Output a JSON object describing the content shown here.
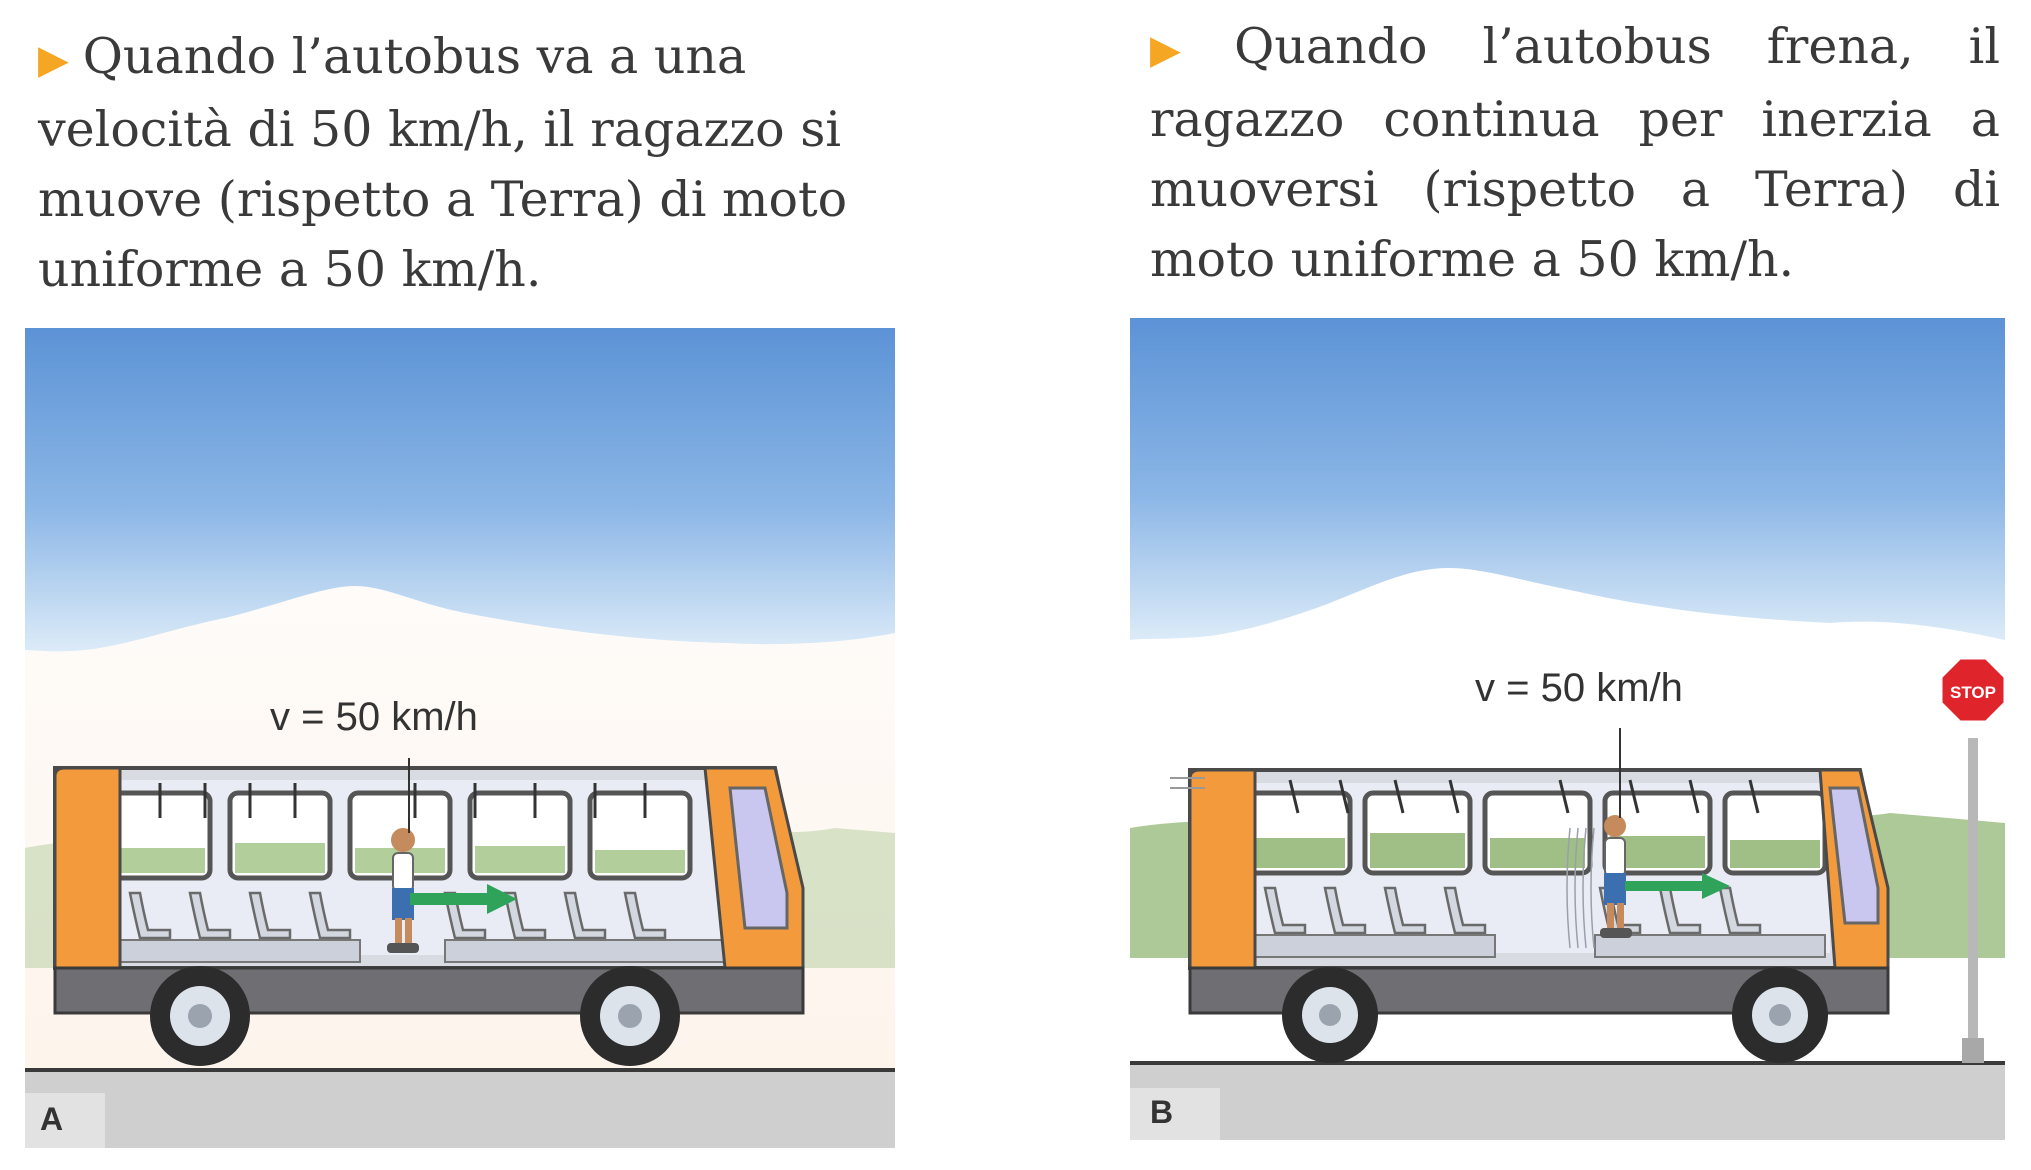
{
  "panel_a": {
    "caption": "Quando l’autobus va a una velocità di 50 km/h, il ragazzo si muove (rispetto a Terra) di moto uniforme a 50 km/h.",
    "velocity_label": "v = 50 km/h",
    "panel_letter": "A"
  },
  "panel_b": {
    "caption": "Quando l’autobus frena, il ragazzo continua per inerzia a muoversi (rispetto a Terra) di moto uniforme a 50 km/h.",
    "velocity_label": "v = 50 km/h",
    "panel_letter": "B",
    "sign_text": "STOP"
  },
  "colors": {
    "bus_orange": "#f39a3c",
    "velocity_arrow": "#2fa35a",
    "sky_top": "#3f7fcf",
    "sky_bottom": "#d9e9f7",
    "stop_sign": "#e0242b"
  }
}
